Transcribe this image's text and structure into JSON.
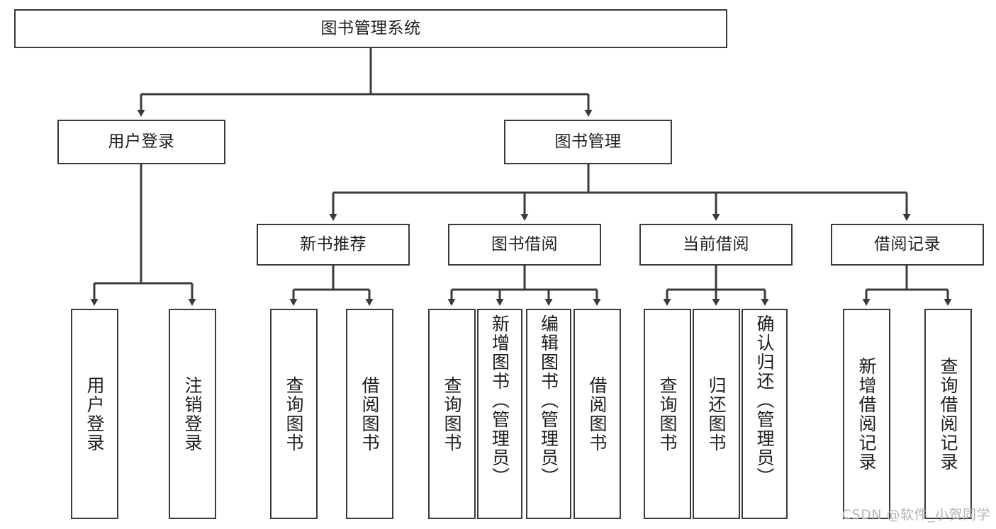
{
  "diagram": {
    "type": "tree-hierarchy",
    "title_node": {
      "label": "图书管理系统"
    },
    "level2": [
      {
        "id": "user-login",
        "label": "用户登录"
      },
      {
        "id": "book-management",
        "label": "图书管理"
      }
    ],
    "level3": [
      {
        "id": "new-book-recommend",
        "label": "新书推荐",
        "parent": "book-management"
      },
      {
        "id": "book-borrow",
        "label": "图书借阅",
        "parent": "book-management"
      },
      {
        "id": "current-borrow",
        "label": "当前借阅",
        "parent": "book-management"
      },
      {
        "id": "borrow-record",
        "label": "借阅记录",
        "parent": "book-management"
      }
    ],
    "leaves": [
      {
        "id": "leaf-user-login",
        "label": "用户登录",
        "parent": "user-login",
        "align": "center"
      },
      {
        "id": "leaf-user-logout",
        "label": "注销登录",
        "parent": "user-login",
        "align": "center"
      },
      {
        "id": "leaf-query-book-1",
        "label": "查询图书",
        "parent": "new-book-recommend",
        "align": "center"
      },
      {
        "id": "leaf-borrow-book-1",
        "label": "借阅图书",
        "parent": "new-book-recommend",
        "align": "center"
      },
      {
        "id": "leaf-query-book-2",
        "label": "查询图书",
        "parent": "book-borrow",
        "align": "center"
      },
      {
        "id": "leaf-add-book",
        "label": "新增图书（管理员）",
        "parent": "book-borrow",
        "align": "top"
      },
      {
        "id": "leaf-edit-book",
        "label": "编辑图书（管理员）",
        "parent": "book-borrow",
        "align": "top"
      },
      {
        "id": "leaf-borrow-book-2",
        "label": "借阅图书",
        "parent": "book-borrow",
        "align": "center"
      },
      {
        "id": "leaf-query-book-3",
        "label": "查询图书",
        "parent": "current-borrow",
        "align": "center"
      },
      {
        "id": "leaf-return-book",
        "label": "归还图书",
        "parent": "current-borrow",
        "align": "center"
      },
      {
        "id": "leaf-confirm-return",
        "label": "确认归还（管理员）",
        "parent": "current-borrow",
        "align": "top"
      },
      {
        "id": "leaf-add-record",
        "label": "新增借阅记录",
        "parent": "borrow-record",
        "align": "center"
      },
      {
        "id": "leaf-query-record",
        "label": "查询借阅记录",
        "parent": "borrow-record",
        "align": "center"
      }
    ],
    "colors": {
      "stroke": "#3a3a3a",
      "text": "#1d1d1d",
      "background": "#ffffff",
      "watermark": "#b4b4b4"
    }
  },
  "watermark": {
    "text": "CSDN @软件_小贺同学"
  }
}
